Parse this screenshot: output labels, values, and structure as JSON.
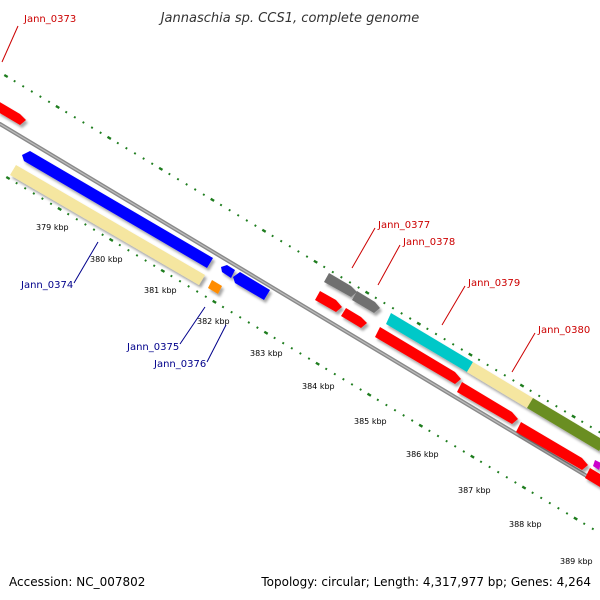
{
  "title": "Jannaschia sp. CCS1, complete genome",
  "footer": {
    "accession": "Accession: NC_007802",
    "summary": "Topology: circular; Length: 4,317,977 bp; Genes: 4,264"
  },
  "scale": {
    "unit": "kbp",
    "labels": [
      "379 kbp",
      "380 kbp",
      "381 kbp",
      "382 kbp",
      "383 kbp",
      "384 kbp",
      "385 kbp",
      "386 kbp",
      "387 kbp",
      "388 kbp",
      "389 kbp"
    ],
    "tick_color": "#1e7d1e"
  },
  "backbone_color": "#8a8a8a",
  "genes": [
    {
      "label": "Jann_0373",
      "strand": "forward",
      "color": "#ff0000",
      "label_color": "#cc0000"
    },
    {
      "label": "Jann_0374",
      "strand": "reverse",
      "color": "#0000ff",
      "label_color": "#00008b"
    },
    {
      "label": "Jann_0375",
      "strand": "reverse",
      "color": "#ff8c00",
      "label_color": "#00008b"
    },
    {
      "label": "Jann_0376",
      "strand": "reverse",
      "color": "#0000ff",
      "label_color": "#00008b"
    },
    {
      "label": "Jann_0377",
      "strand": "forward",
      "color": "#707070",
      "label_color": "#cc0000"
    },
    {
      "label": "Jann_0378",
      "strand": "forward",
      "color": "#707070",
      "label_color": "#cc0000"
    },
    {
      "label": "Jann_0379",
      "strand": "forward",
      "color": "#00c8c8",
      "label_color": "#cc0000"
    },
    {
      "label": "Jann_0380",
      "strand": "forward",
      "color": "#f5e6a0",
      "label_color": "#cc0000"
    }
  ],
  "feature_colors": {
    "cds_forward": "#ff0000",
    "cds_reverse": "#0000ff",
    "rna": "#ff8c00",
    "pseudo": "#707070",
    "pale": "#f5e6a0",
    "olive": "#6b8e23",
    "cyan": "#00c8c8"
  }
}
